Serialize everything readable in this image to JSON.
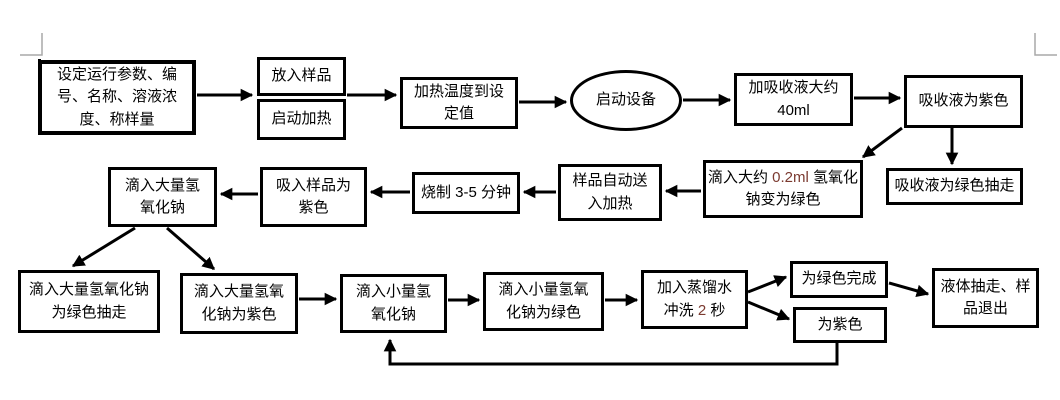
{
  "document": {
    "type": "flowchart",
    "language": "zh-CN"
  },
  "colors": {
    "background": "#ffffff",
    "ink": "#000000",
    "numeral_accent": "#7b3a30",
    "corner_mark": "#a9a9a9"
  },
  "icons": {
    "corner_mark_left": "page-corner-mark",
    "corner_mark_right": "page-corner-mark",
    "text_cursor": "text-cursor"
  },
  "nodes": {
    "set_params": {
      "label": "设定运行参数、编号、名称、溶液浓度、称样量"
    },
    "insert_sample": {
      "label": "放入样品"
    },
    "start_heating": {
      "label": "启动加热"
    },
    "heat_to_setpoint": {
      "label": "加热温度到设定值"
    },
    "start_device": {
      "label": "启动设备",
      "shape": "ellipse"
    },
    "add_absorbent": {
      "line1": "加吸收液大约",
      "line2": "40ml"
    },
    "absorbent_purple": {
      "label": "吸收液为紫色"
    },
    "absorbent_green_removed": {
      "label": "吸收液为绿色抽走"
    },
    "drop_02ml_naoh_green": {
      "prefix": "滴入大约 ",
      "value": "0.2ml",
      "suffix": " 氢氧化钠变为绿色"
    },
    "sample_auto_heat": {
      "label": "样品自动送入加热"
    },
    "burn_3_5_min": {
      "label": "烧制 3-5 分钟"
    },
    "sample_purple": {
      "label": "吸入样品为紫色"
    },
    "drop_large_naoh": {
      "label": "滴入大量氢氧化钠"
    },
    "large_naoh_green_removed": {
      "label": "滴入大量氢氧化钠为绿色抽走"
    },
    "large_naoh_purple": {
      "label": "滴入大量氢氧化钠为紫色"
    },
    "drop_small_naoh": {
      "label": "滴入小量氢氧化钠"
    },
    "small_naoh_green": {
      "label": "滴入小量氢氧化钠为绿色"
    },
    "distilled_water_rinse": {
      "line1": "加入蒸馏水",
      "line2_prefix": "冲洗 ",
      "line2_value": "2",
      "line2_suffix": " 秒"
    },
    "green_done": {
      "label": "为绿色完成"
    },
    "purple": {
      "label": "为紫色"
    },
    "liquid_removed_sample_out": {
      "label": "液体抽走、样品退出"
    }
  },
  "edges": [
    {
      "from": "set_params",
      "to": "insert_sample/start_heating"
    },
    {
      "from": "insert_sample/start_heating",
      "to": "heat_to_setpoint"
    },
    {
      "from": "heat_to_setpoint",
      "to": "start_device"
    },
    {
      "from": "start_device",
      "to": "add_absorbent"
    },
    {
      "from": "add_absorbent",
      "to": "absorbent_purple"
    },
    {
      "from": "absorbent_purple",
      "to": "absorbent_green_removed"
    },
    {
      "from": "absorbent_purple",
      "to": "drop_02ml_naoh_green"
    },
    {
      "from": "drop_02ml_naoh_green",
      "to": "sample_auto_heat"
    },
    {
      "from": "sample_auto_heat",
      "to": "burn_3_5_min"
    },
    {
      "from": "burn_3_5_min",
      "to": "sample_purple"
    },
    {
      "from": "sample_purple",
      "to": "drop_large_naoh"
    },
    {
      "from": "drop_large_naoh",
      "to": "large_naoh_green_removed"
    },
    {
      "from": "drop_large_naoh",
      "to": "large_naoh_purple"
    },
    {
      "from": "large_naoh_purple",
      "to": "drop_small_naoh"
    },
    {
      "from": "drop_small_naoh",
      "to": "small_naoh_green"
    },
    {
      "from": "small_naoh_green",
      "to": "distilled_water_rinse"
    },
    {
      "from": "distilled_water_rinse",
      "to": "green_done"
    },
    {
      "from": "distilled_water_rinse",
      "to": "purple"
    },
    {
      "from": "green_done",
      "to": "liquid_removed_sample_out"
    },
    {
      "from": "purple",
      "to": "drop_small_naoh"
    }
  ]
}
